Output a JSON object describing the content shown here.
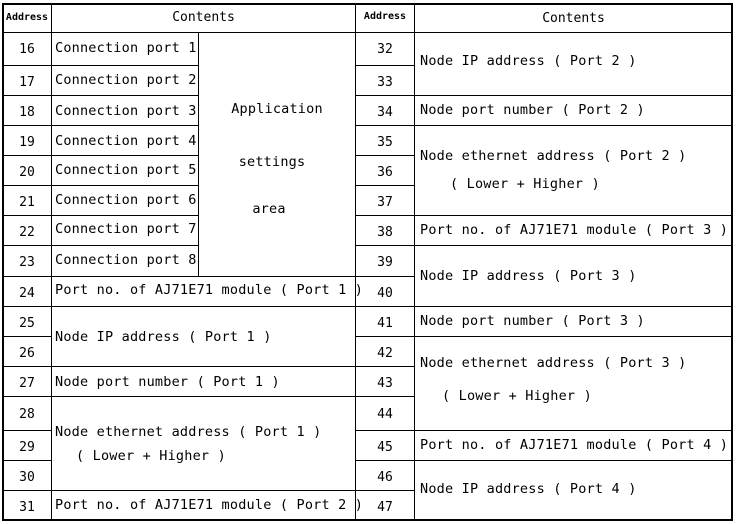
{
  "header": {
    "address_label_left": "Address",
    "contents_label_left": "Contents",
    "address_label_right": "Address",
    "contents_label_right": "Contents"
  },
  "left_addresses": [
    "16",
    "17",
    "18",
    "19",
    "20",
    "21",
    "22",
    "23",
    "24",
    "25",
    "26",
    "27",
    "28",
    "29",
    "30",
    "31"
  ],
  "right_addresses": [
    "32",
    "33",
    "34",
    "35",
    "36",
    "37",
    "38",
    "39",
    "40",
    "41",
    "42",
    "43",
    "44",
    "45",
    "46",
    "47"
  ],
  "left_contents": {
    "connection_ports": [
      "Connection port 1",
      "Connection port 2",
      "Connection port 3",
      "Connection port 4",
      "Connection port 5",
      "Connection port 6",
      "Connection port 7",
      "Connection port 8"
    ],
    "app_area": [
      "Application",
      "settings",
      "area"
    ],
    "port_no_1": "Port no. of AJ71E71 module ( Port 1 )",
    "node_ip_1": "Node IP address ( Port 1 )",
    "node_port_1": "Node port number ( Port 1 )",
    "node_eth_1": "Node ethernet address ( Port 1 )",
    "node_eth_1_sub": "( Lower + Higher )",
    "port_no_2": "Port no. of AJ71E71 module ( Port 2 )"
  },
  "right_contents": {
    "node_ip_2": "Node IP address ( Port 2 )",
    "node_port_2": "Node port number ( Port 2 )",
    "node_eth_2": "Node ethernet address ( Port 2 )",
    "node_eth_2_sub": "( Lower + Higher )",
    "port_no_3": "Port no. of AJ71E71 module ( Port 3 )",
    "node_ip_3": "Node IP address ( Port 3 )",
    "node_port_3": "Node port number ( Port 3 )",
    "node_eth_3": "Node ethernet address ( Port 3 )",
    "node_eth_3_sub": "( Lower + Higher )",
    "port_no_4": "Port no. of AJ71E71 module ( Port 4 )",
    "node_ip_4": "Node IP address ( Port 4 )"
  }
}
